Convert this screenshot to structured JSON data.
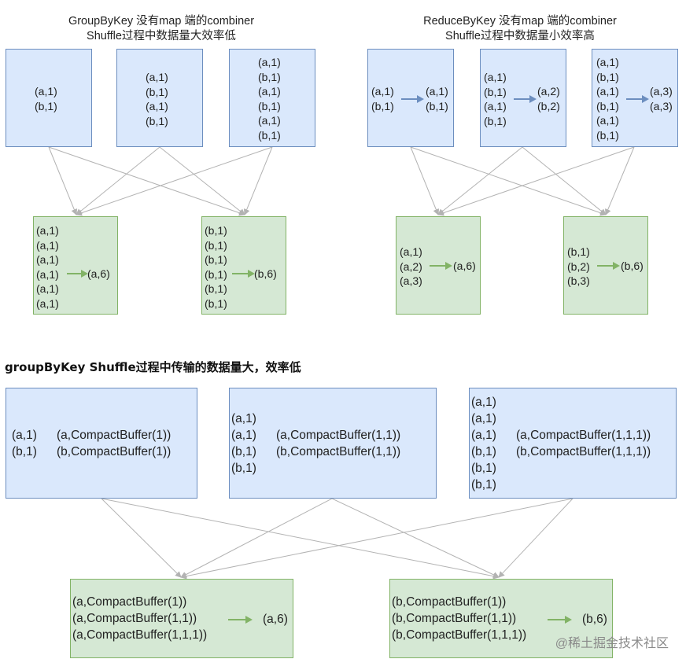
{
  "diagram1": {
    "title_line1": "GroupByKey 没有map 端的combiner",
    "title_line2": "Shuffle过程中数据量大效率低",
    "map_box1": [
      "(a,1)",
      "(b,1)"
    ],
    "map_box2": [
      "(a,1)",
      "(b,1)",
      "(a,1)",
      "(b,1)"
    ],
    "map_box3": [
      "(a,1)",
      "(b,1)",
      "(a,1)",
      "(b,1)",
      "(a,1)",
      "(b,1)"
    ],
    "reduce_a_inputs": [
      "(a,1)",
      "(a,1)",
      "(a,1)",
      "(a,1)",
      "(a,1)",
      "(a,1)"
    ],
    "reduce_a_result": "(a,6)",
    "reduce_b_inputs": [
      "(b,1)",
      "(b,1)",
      "(b,1)",
      "(b,1)",
      "(b,1)",
      "(b,1)"
    ],
    "reduce_b_result": "(b,6)"
  },
  "diagram2": {
    "title_line1": "ReduceByKey 没有map 端的combiner",
    "title_line2": "Shuffle过程中数据量小效率高",
    "map_box1_inputs": [
      "(a,1)",
      "(b,1)"
    ],
    "map_box1_outputs": [
      "(a,1)",
      "(b,1)"
    ],
    "map_box2_inputs": [
      "(a,1)",
      "(b,1)",
      "(a,1)",
      "(b,1)"
    ],
    "map_box2_outputs": [
      "(a,2)",
      "(b,2)"
    ],
    "map_box3_inputs": [
      "(a,1)",
      "(b,1)",
      "(a,1)",
      "(b,1)",
      "(a,1)",
      "(b,1)"
    ],
    "map_box3_outputs": [
      "(a,3)",
      "(a,3)"
    ],
    "reduce_a_inputs": [
      "(a,1)",
      "(a,2)",
      "(a,3)"
    ],
    "reduce_a_result": "(a,6)",
    "reduce_b_inputs": [
      "(b,1)",
      "(b,2)",
      "(b,3)"
    ],
    "reduce_b_result": "(b,6)"
  },
  "diagram3": {
    "heading": "groupByKey Shuffle过程中传输的数据量大，效率低",
    "map_box1_inputs": [
      "(a,1)",
      "(b,1)"
    ],
    "map_box1_outputs": [
      "(a,CompactBuffer(1))",
      "(b,CompactBuffer(1))"
    ],
    "map_box2_inputs": [
      "(a,1)",
      "(a,1)",
      "(b,1)",
      "(b,1)"
    ],
    "map_box2_outputs": [
      "(a,CompactBuffer(1,1))",
      "(b,CompactBuffer(1,1))"
    ],
    "map_box3_inputs": [
      "(a,1)",
      "(a,1)",
      "(a,1)",
      "(b,1)",
      "(b,1)",
      "(b,1)"
    ],
    "map_box3_outputs": [
      "(a,CompactBuffer(1,1,1))",
      "(b,CompactBuffer(1,1,1))"
    ],
    "reduce_a_inputs": [
      "(a,CompactBuffer(1))",
      "(a,CompactBuffer(1,1))",
      "(a,CompactBuffer(1,1,1))"
    ],
    "reduce_a_result": "(a,6)",
    "reduce_b_inputs": [
      "(b,CompactBuffer(1))",
      "(b,CompactBuffer(1,1))",
      "(b,CompactBuffer(1,1,1))"
    ],
    "reduce_b_result": "(b,6)"
  },
  "watermark": "@稀土掘金技术社区",
  "colors": {
    "map_fill": "#dae8fc",
    "map_border": "#6c8ebf",
    "reduce_fill": "#d5e8d4",
    "reduce_border": "#82b366",
    "connector": "#b3b3b3"
  }
}
